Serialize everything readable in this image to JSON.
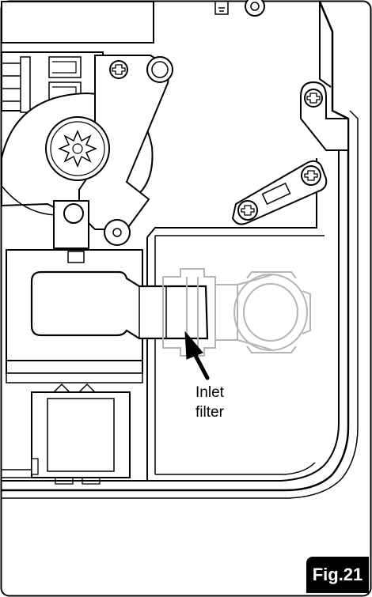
{
  "callout": {
    "line1": "Inlet",
    "line2": "filter"
  },
  "figure_label": "Fig.21",
  "colors": {
    "line": "#000000",
    "ghost": "#b4b4b4",
    "badge_bg": "#000000",
    "badge_text": "#ffffff"
  }
}
